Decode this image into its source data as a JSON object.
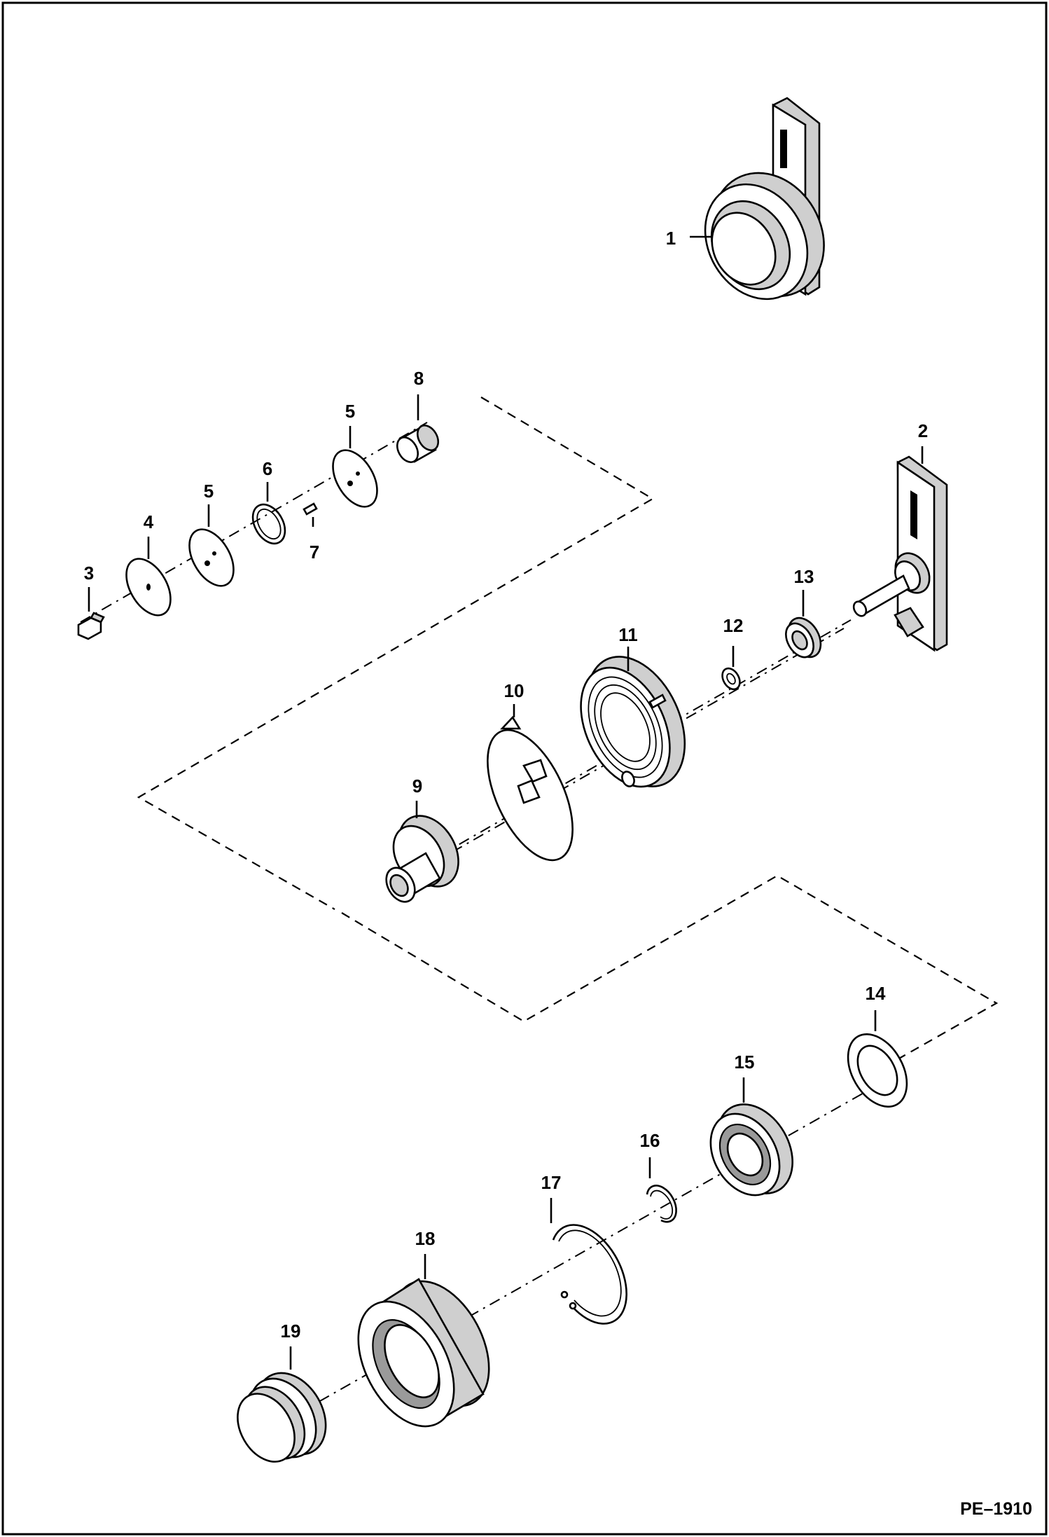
{
  "drawing_code": "PE–1910",
  "callouts": [
    {
      "id": "c1",
      "label": "1"
    },
    {
      "id": "c2",
      "label": "2"
    },
    {
      "id": "c3",
      "label": "3"
    },
    {
      "id": "c4",
      "label": "4"
    },
    {
      "id": "c5a",
      "label": "5"
    },
    {
      "id": "c5b",
      "label": "5"
    },
    {
      "id": "c6",
      "label": "6"
    },
    {
      "id": "c7",
      "label": "7"
    },
    {
      "id": "c8",
      "label": "8"
    },
    {
      "id": "c9",
      "label": "9"
    },
    {
      "id": "c10",
      "label": "10"
    },
    {
      "id": "c11",
      "label": "11"
    },
    {
      "id": "c12",
      "label": "12"
    },
    {
      "id": "c13",
      "label": "13"
    },
    {
      "id": "c14",
      "label": "14"
    },
    {
      "id": "c15",
      "label": "15"
    },
    {
      "id": "c16",
      "label": "16"
    },
    {
      "id": "c17",
      "label": "17"
    },
    {
      "id": "c18",
      "label": "18"
    },
    {
      "id": "c19",
      "label": "19"
    }
  ]
}
